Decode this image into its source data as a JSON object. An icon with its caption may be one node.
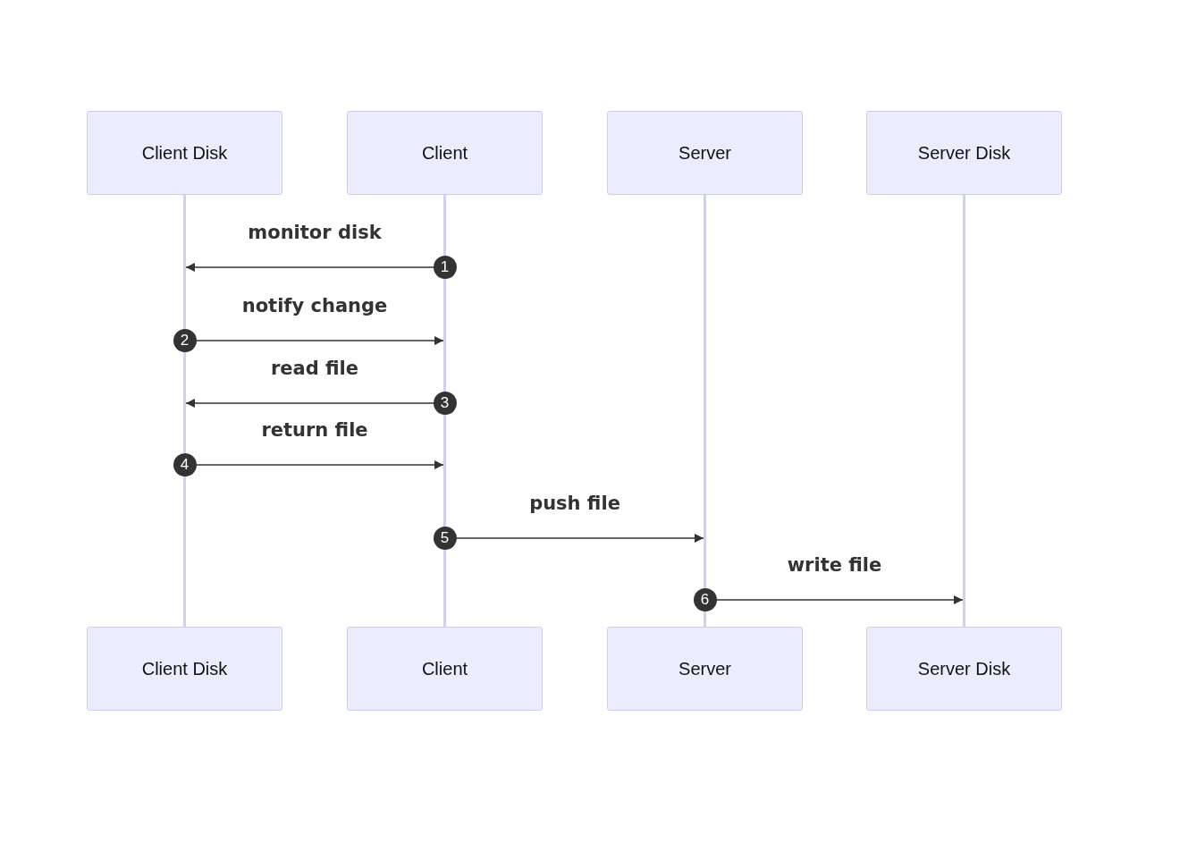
{
  "diagram": {
    "nodes": [
      {
        "text": [
          "Client Disk"
        ]
      },
      {
        "text": [
          "Client"
        ]
      },
      {
        "text": [
          "Server"
        ]
      },
      {
        "text": [
          "Server Disk"
        ]
      },
      {
        "text": [
          "Client Disk"
        ]
      },
      {
        "text": [
          "Client"
        ]
      },
      {
        "text": [
          "Server"
        ]
      },
      {
        "text": [
          "Server Disk"
        ]
      },
      {
        "text": [],
        "shape": "line"
      },
      {
        "text": [],
        "shape": "line"
      },
      {
        "text": [],
        "shape": "line"
      },
      {
        "text": [],
        "shape": "line"
      }
    ],
    "edges": [
      {
        "from": 9,
        "to": 8,
        "arrow": "to",
        "label": "monitor disk"
      },
      {
        "from": 8,
        "to": 9,
        "arrow": "to",
        "label": "notify change"
      },
      {
        "from": 9,
        "to": 8,
        "arrow": "to",
        "label": "read file"
      },
      {
        "from": 8,
        "to": 9,
        "arrow": "to",
        "label": "return file"
      },
      {
        "from": 9,
        "to": 10,
        "arrow": "to",
        "label": "push file"
      },
      {
        "from": 10,
        "to": 11,
        "arrow": "to",
        "label": "write file"
      }
    ],
    "labels": [
      "1",
      "2",
      "3",
      "4",
      "5",
      "6"
    ]
  }
}
